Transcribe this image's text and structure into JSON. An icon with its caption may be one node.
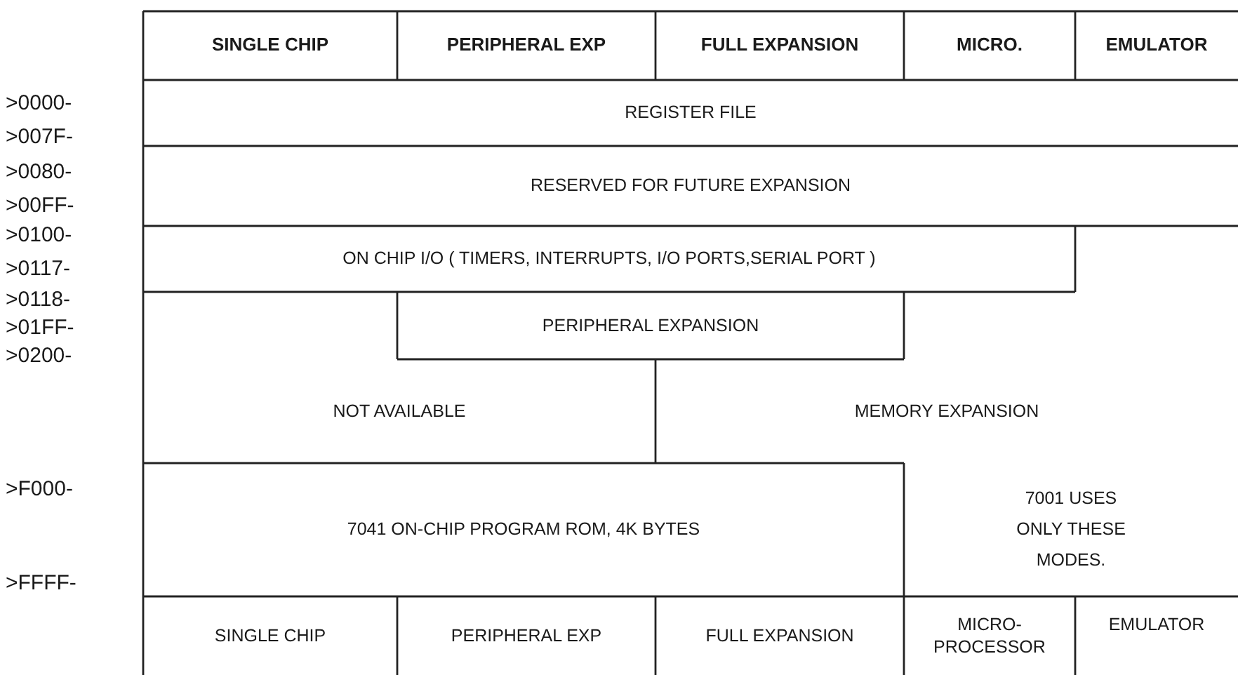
{
  "diagram": {
    "nodes": [
      {
        "text": [
          "SINGLE CHIP"
        ]
      },
      {
        "text": [
          "PERIPHERAL EXP"
        ]
      },
      {
        "text": [
          "FULL EXPANSION"
        ]
      },
      {
        "text": [
          "MICRO."
        ]
      },
      {
        "text": [
          "EMULATOR"
        ]
      },
      {
        "text": [
          "REGISTER FILE"
        ]
      },
      {
        "text": [
          "RESERVED FOR FUTURE EXPANSION"
        ]
      },
      {
        "text": [
          "ON CHIP I/O ( TIMERS, INTERRUPTS, I/O PORTS,SERIAL PORT )"
        ]
      },
      {
        "text": [
          "PERIPHERAL EXPANSION"
        ]
      },
      {
        "text": [
          "NOT AVAILABLE"
        ]
      },
      {
        "text": [
          "MEMORY EXPANSION"
        ]
      },
      {
        "text": [
          "7041 ON-CHIP PROGRAM ROM, 4K BYTES"
        ]
      },
      {
        "text": [
          "SINGLE CHIP"
        ]
      },
      {
        "text": [
          "PERIPHERAL EXP"
        ]
      },
      {
        "text": [
          "FULL EXPANSION"
        ]
      },
      {
        "text": [
          "MICRO- PROCESSOR"
        ]
      },
      {
        "text": [
          "EMULATOR"
        ]
      }
    ],
    "labels": [
      ">0000-",
      ">007F-",
      ">0080-",
      ">00FF-",
      ">0100-",
      ">0117-",
      ">0118-",
      ">01FF-",
      ">0200-",
      ">F000-",
      ">FFFF-",
      "7001 USES ONLY THESE MODES."
    ]
  }
}
